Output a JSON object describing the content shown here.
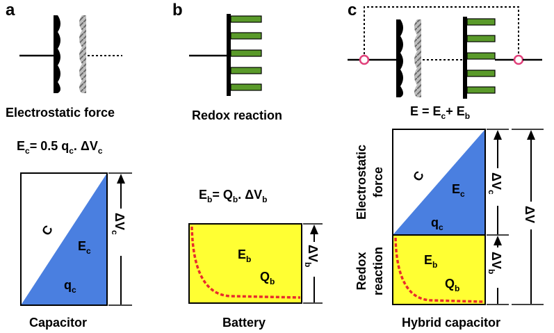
{
  "panels": [
    "a",
    "b",
    "c"
  ],
  "a": {
    "mechanism": "Electrostatic force",
    "eq_main": "E",
    "eq_sub": "c",
    "eq_rest": "= 0.5 q",
    "eq_sub2": "c",
    "eq_rest2": ". ΔV",
    "eq_sub3": "c",
    "c_label": "C",
    "e_main": "E",
    "e_sub": "c",
    "q_main": "q",
    "q_sub": "c",
    "dv_main": "ΔV",
    "dv_sub": "c",
    "caption": "Capacitor"
  },
  "b": {
    "mechanism": "Redox reaction",
    "eq_main": "E",
    "eq_sub": "b",
    "eq_rest": "= Q",
    "eq_sub2": "b",
    "eq_rest2": ". ΔV",
    "eq_sub3": "b",
    "e_main": "E",
    "e_sub": "b",
    "q_main": "Q",
    "q_sub": "b",
    "dv_main": "ΔV",
    "dv_sub": "b",
    "caption": "Battery"
  },
  "c": {
    "eq_main": "E = E",
    "eq_sub": "c",
    "eq_rest": "+ E",
    "eq_sub2": "b",
    "side_top_1": "Electrostatic",
    "side_top_2": "force",
    "side_bot_1": "Redox",
    "side_bot_2": "reaction",
    "c_label": "C",
    "ec_main": "E",
    "ec_sub": "c",
    "qc_main": "q",
    "qc_sub": "c",
    "eb_main": "E",
    "eb_sub": "b",
    "qb_main": "Q",
    "qb_sub": "b",
    "dvc_main": "ΔV",
    "dvc_sub": "c",
    "dvb_main": "ΔV",
    "dvb_sub": "b",
    "dv_total": "ΔV",
    "caption": "Hybrid capacitor"
  },
  "colors": {
    "capacitor_fill": "#4a7fe0",
    "battery_fill": "#ffff33",
    "redox_curve": "#e82c2c",
    "battery_plate": "#5a9a2a",
    "terminal": "#e0407a",
    "porous_plate": "#999999"
  }
}
